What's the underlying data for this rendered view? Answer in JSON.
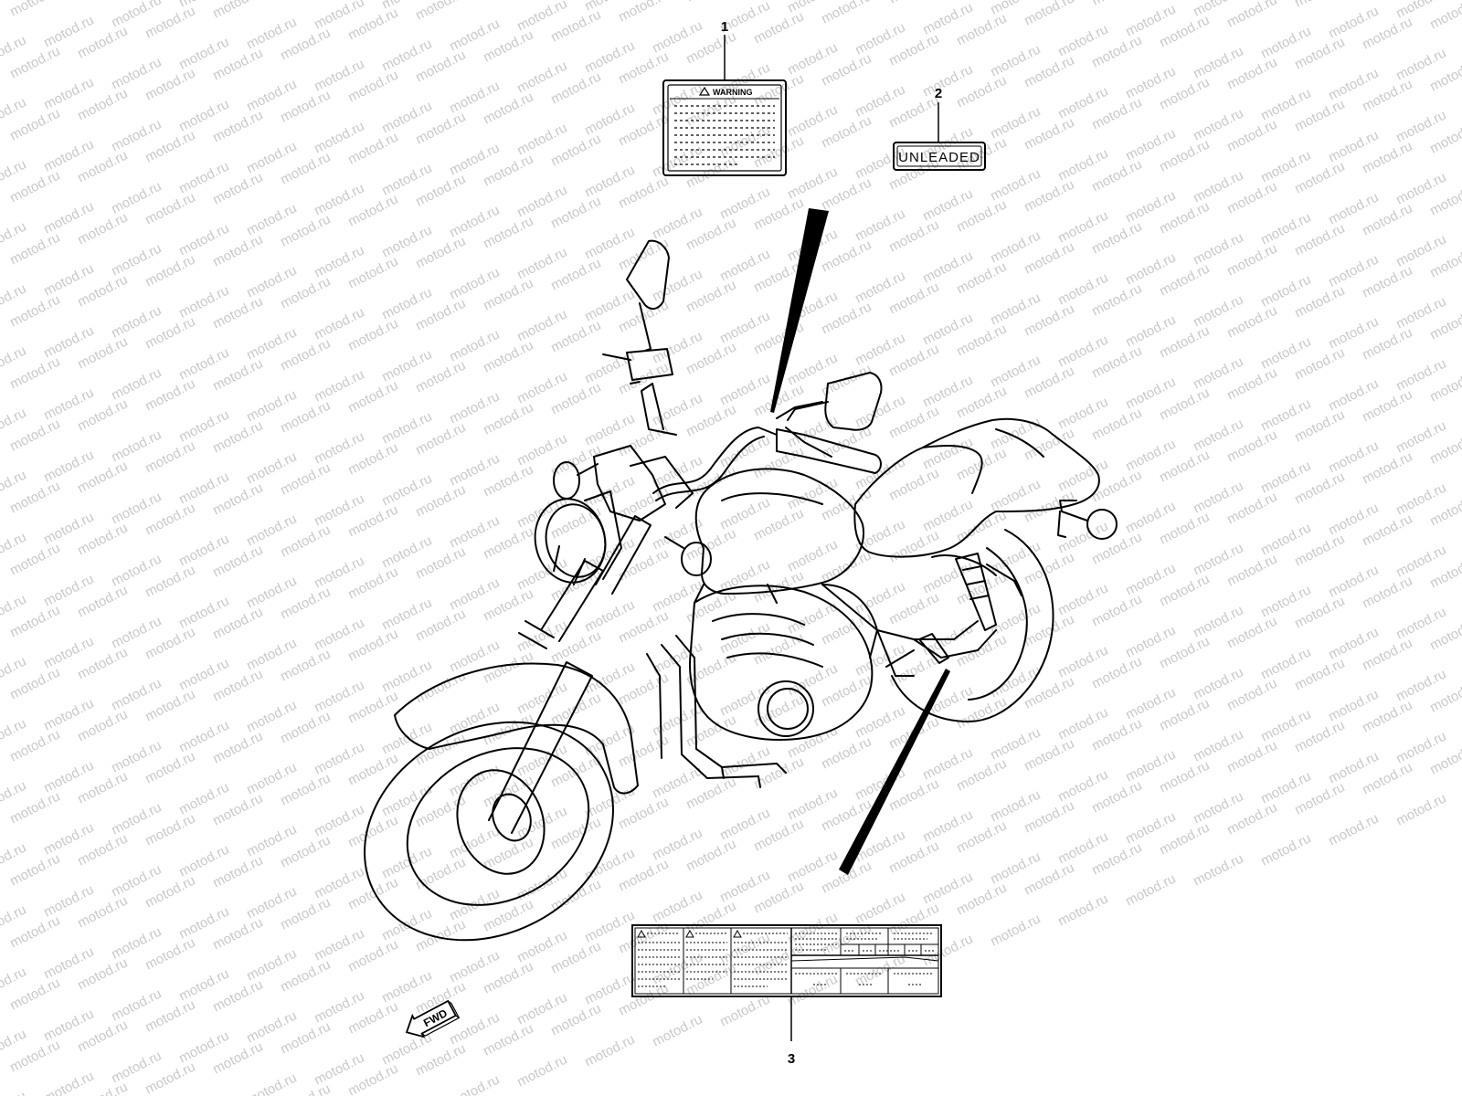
{
  "watermark": {
    "text": "motod.ru",
    "color": "#c9c9c9"
  },
  "callouts": [
    {
      "number": "1",
      "part": "warning-label"
    },
    {
      "number": "2",
      "part": "unleaded-label"
    },
    {
      "number": "3",
      "part": "info-label"
    }
  ],
  "labels": {
    "warning_title": "WARNING",
    "unleaded_text": "UNLEADED",
    "direction_text": "FWD"
  },
  "colors": {
    "line": "#000000",
    "background": "#ffffff"
  }
}
